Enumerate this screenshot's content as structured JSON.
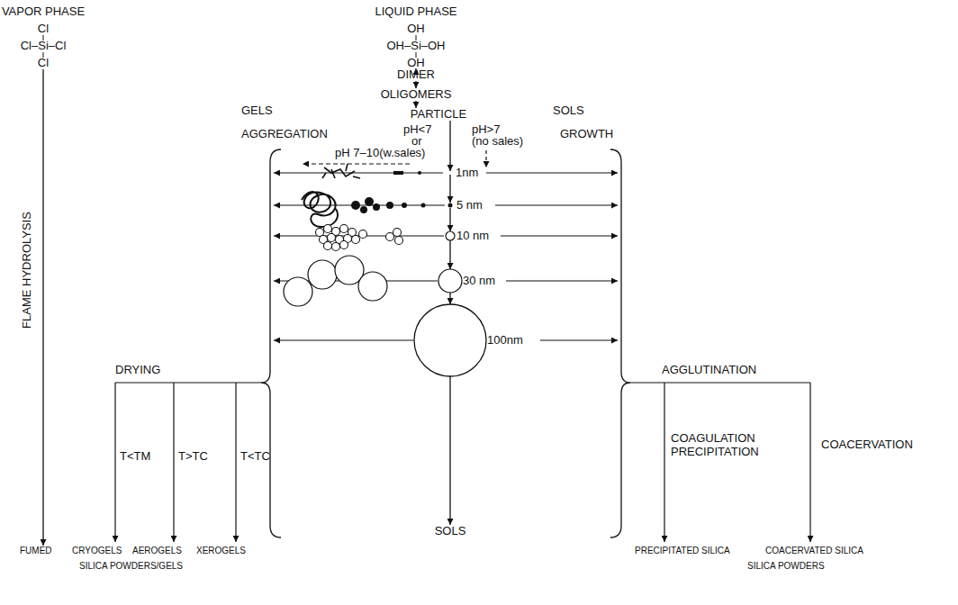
{
  "diagram": {
    "nodes": [
      {
        "text": [
          "VAPOR PHASE",
          "Cl",
          "Cl–Si–Cl",
          "Cl"
        ]
      },
      {
        "text": [
          "LIQUID PHASE",
          "OH",
          "OH–Si–OH",
          "OH"
        ]
      },
      {
        "text": [
          "DIMER"
        ]
      },
      {
        "text": [
          "OLIGOMERS"
        ]
      },
      {
        "text": [
          "PARTICLE"
        ]
      },
      {
        "text": [
          "1nm"
        ]
      },
      {
        "text": [
          "5 nm"
        ]
      },
      {
        "text": [
          "10 nm"
        ]
      },
      {
        "text": [
          "30 nm"
        ]
      },
      {
        "text": [
          "100nm"
        ]
      },
      {
        "text": [
          "SOLS"
        ]
      },
      {
        "text": [
          "FUMED"
        ]
      },
      {
        "text": [
          "CRYOGELS"
        ]
      },
      {
        "text": [
          "AEROGELS"
        ]
      },
      {
        "text": [
          "XEROGELS"
        ]
      },
      {
        "text": [
          "PRECIPITATED SILICA"
        ]
      },
      {
        "text": [
          "COACERVATED SILICA"
        ]
      }
    ],
    "edges": [
      {
        "from": 0,
        "to": 11,
        "arrow": "to"
      },
      {
        "from": 1,
        "to": 2,
        "arrow": "to"
      },
      {
        "from": 2,
        "to": 3,
        "arrow": "to"
      },
      {
        "from": 3,
        "to": 4,
        "arrow": "to"
      },
      {
        "from": 4,
        "to": 5,
        "arrow": "to"
      },
      {
        "from": 5,
        "to": 6,
        "arrow": "to"
      },
      {
        "from": 6,
        "to": 7,
        "arrow": "to"
      },
      {
        "from": 7,
        "to": 8,
        "arrow": "to"
      },
      {
        "from": 8,
        "to": 9,
        "arrow": "to"
      },
      {
        "from": 9,
        "to": 10,
        "arrow": "to"
      }
    ],
    "labels": [
      "GELS",
      "SOLS",
      "AGGREGATION",
      "pH<7",
      "or",
      "pH 7–10(w.sales)",
      "pH>7",
      "(no sales)",
      "GROWTH",
      "FLAME HYDROLYSIS",
      "DRYING",
      "T<TM",
      "T>TC",
      "T<TC",
      "AGGLUTINATION",
      "COAGULATION",
      "PRECIPITATION",
      "COACERVATION",
      "SILICA POWDERS/GELS",
      "SILICA POWDERS"
    ]
  }
}
